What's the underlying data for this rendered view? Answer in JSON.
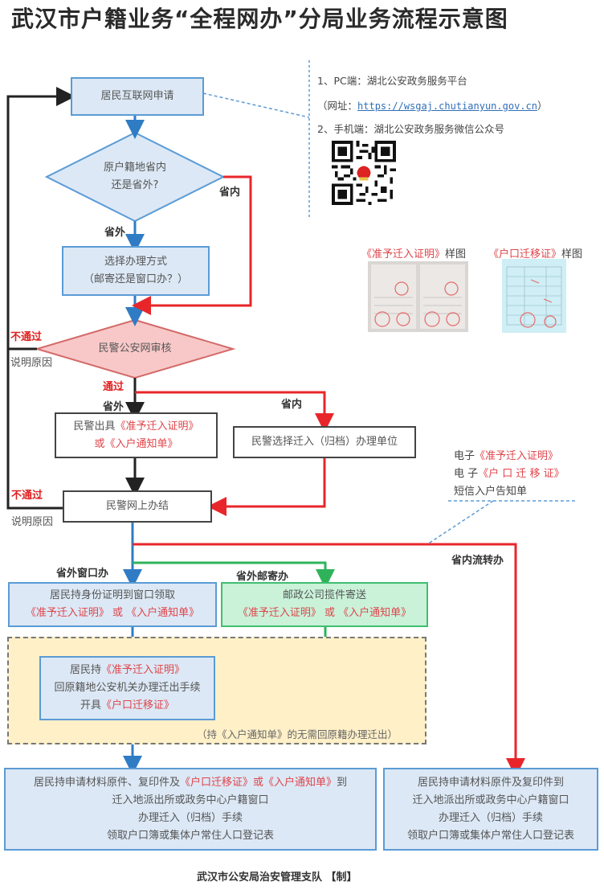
{
  "title": "武汉市户籍业务“全程网办”分局业务流程示意图",
  "info_panel": {
    "pc_line": "1、PC端：湖北公安政务服务平台",
    "url_prefix": "（网址：",
    "url": "https://wsgaj.chutianyun.gov.cn",
    "url_suffix": "）",
    "mobile_line": "2、手机端：湖北公安政务服务微信公众号",
    "qr_icon": "qr-code"
  },
  "samples": {
    "left": {
      "name": "《准予迁入证明》",
      "suffix": "样图"
    },
    "right": {
      "name": "《户口迁移证》",
      "suffix": "样图"
    }
  },
  "nodes": {
    "apply": "居民互联网申请",
    "decision_origin": {
      "line1": "原户籍地省内",
      "line2": "还是省外?"
    },
    "choose_method": {
      "line1": "选择办理方式",
      "line2": "（邮寄还是窗口办？）"
    },
    "police_review": "民警公安网审核",
    "issue_cert": {
      "prefix": "民警出具",
      "doc1": "《准予迁入证明》",
      "or": "或",
      "doc2": "《入户通知单》"
    },
    "select_unit": "民警选择迁入（归档）办理单位",
    "complete_online": "民警网上办结",
    "window_pickup": {
      "line1": "居民持身份证明到窗口领取",
      "doc1": "《准予迁入证明》",
      "or": "或",
      "doc2": "《入户通知单》"
    },
    "postal": {
      "line1": "邮政公司揽件寄送",
      "doc1": "《准予迁入证明》",
      "or": "或",
      "doc2": "《入户通知单》"
    },
    "return_origin": {
      "prefix": "居民持",
      "doc1": "《准予迁入证明》",
      "line2": "回原籍地公安机关办理迁出手续",
      "prefix3": "开具",
      "doc2": "《户口迁移证》"
    },
    "yellow_note": "（持《入户通知单》的无需回原籍办理迁出）",
    "final_left": {
      "prefix": "居民持申请材料原件、复印件及",
      "doc1": "《户口迁移证》",
      "or": "或",
      "doc2": "《入户通知单》",
      "suffix": "到",
      "line2": "迁入地派出所或政务中心户籍窗口",
      "line3": "办理迁入（归档）手续",
      "line4": "领取户口簿或集体户常住人口登记表"
    },
    "final_right": {
      "line1": "居民持申请材料原件及复印件到",
      "line2": "迁入地派出所或政务中心户籍窗口",
      "line3": "办理迁入（归档）手续",
      "line4": "领取户口簿或集体户常住人口登记表"
    }
  },
  "electronic_note": {
    "line1_prefix": "电子",
    "line1_doc": "《准予迁入证明》",
    "line2_prefix": "电 子",
    "line2_doc": "《户 口 迁 移 证》",
    "line3": "短信入户告知单"
  },
  "edge_labels": {
    "inside_province_1": "省内",
    "outside_province_1": "省外",
    "reject_1": "不通过",
    "explain_1": "说明原因",
    "pass": "通过",
    "outside_province_2": "省外",
    "inside_province_2": "省内",
    "reject_2": "不通过",
    "explain_2": "说明原因",
    "outside_window": "省外窗口办",
    "outside_mail": "省外邮寄办",
    "inside_transfer": "省内流转办"
  },
  "colors": {
    "blue_flow": "#2f7cc4",
    "red_flow": "#e8262a",
    "green_flow": "#2fb35a",
    "black_flow": "#222222",
    "doc_red": "#e0444a"
  },
  "footer": "武汉市公安局治安管理支队 【制】"
}
